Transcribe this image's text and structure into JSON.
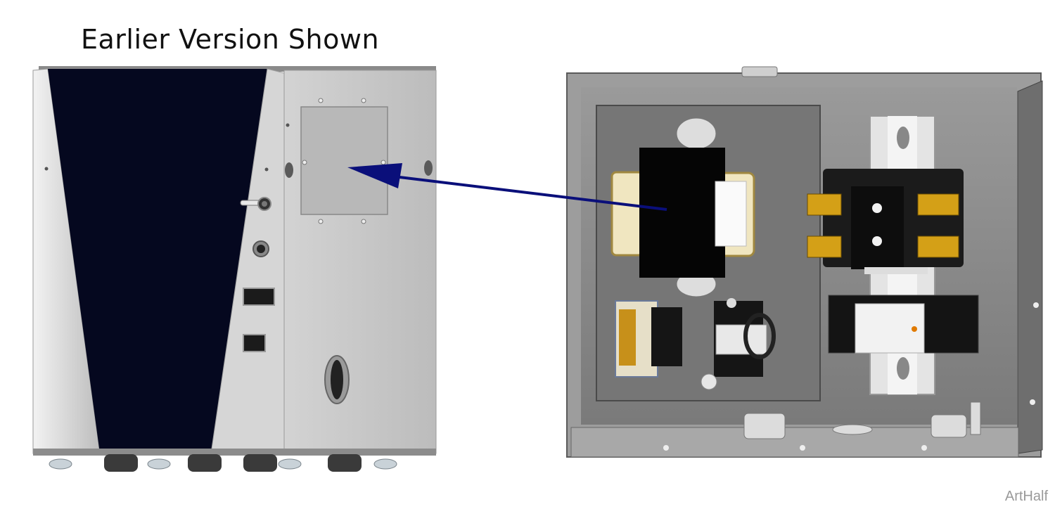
{
  "title": "Earlier Version Shown",
  "footer": "ArtHalf",
  "colors": {
    "arrow": "#0a0f7a",
    "cabinet_panel": "#c9c9c9",
    "cabinet_dark_face": "#05081f",
    "box_metal": "#8f8f8f",
    "box_plate": "#7d7d7d",
    "terminal_gold": "#d4a017",
    "transformer_core": "#050505"
  },
  "icons": [
    "arrow-indicator",
    "transformer",
    "contactor",
    "relay",
    "terminal-block",
    "din-rail"
  ]
}
